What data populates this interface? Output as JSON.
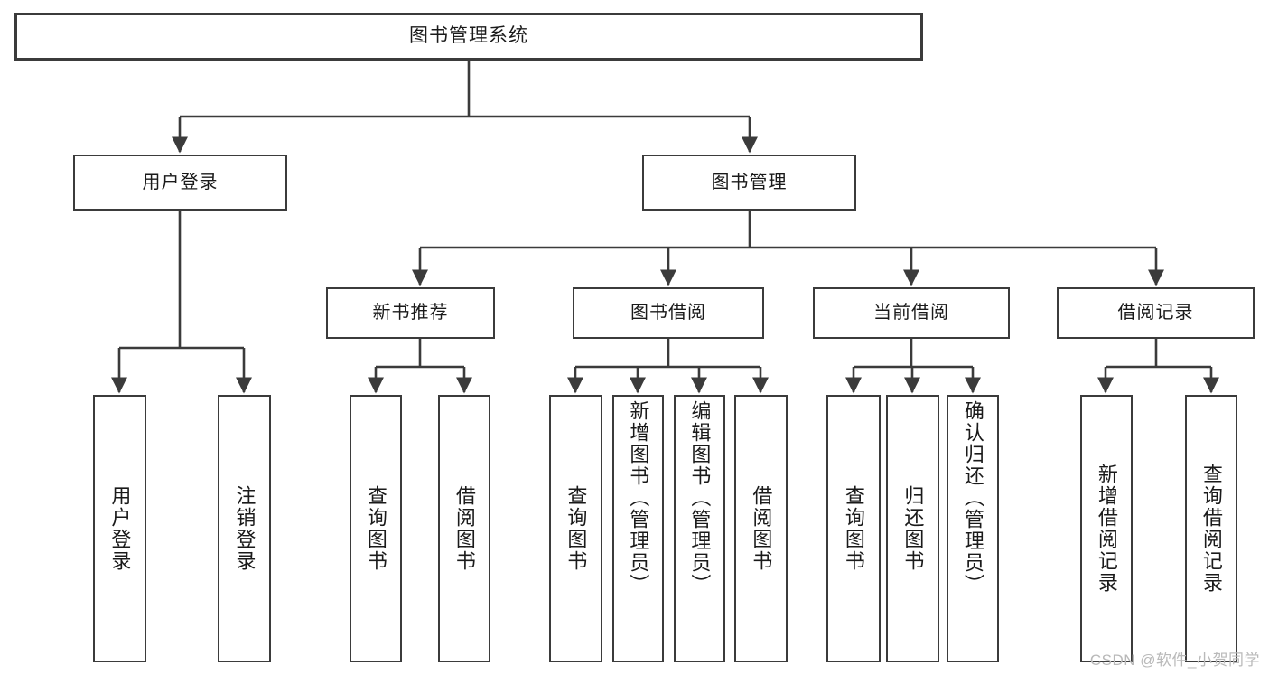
{
  "diagram": {
    "title": "图书管理系统",
    "type": "tree",
    "background_color": "#ffffff",
    "line_color": "#3b3b3b",
    "text_color": "#1a1a1a"
  },
  "watermark": {
    "text": "CSDN @软件_小贺同学",
    "color": "#b9b9b9"
  },
  "nodes": {
    "root": {
      "label": "图书管理系统"
    },
    "level1": [
      {
        "label": "用户登录"
      },
      {
        "label": "图书管理"
      }
    ],
    "level2": [
      {
        "label": "新书推荐"
      },
      {
        "label": "图书借阅"
      },
      {
        "label": "当前借阅"
      },
      {
        "label": "借阅记录"
      }
    ],
    "leaves": {
      "user_login": [
        {
          "label": "用户登录"
        },
        {
          "label": "注销登录"
        }
      ],
      "new_book_recommend": [
        {
          "label": "查询图书"
        },
        {
          "label": "借阅图书"
        }
      ],
      "book_borrow": [
        {
          "label": "查询图书"
        },
        {
          "label": "新增图书（管理员）"
        },
        {
          "label": "编辑图书（管理员）"
        },
        {
          "label": "借阅图书"
        }
      ],
      "current_borrow": [
        {
          "label": "查询图书"
        },
        {
          "label": "归还图书"
        },
        {
          "label": "确认归还（管理员）"
        }
      ],
      "borrow_record": [
        {
          "label": "新增借阅记录"
        },
        {
          "label": "查询借阅记录"
        }
      ]
    }
  }
}
